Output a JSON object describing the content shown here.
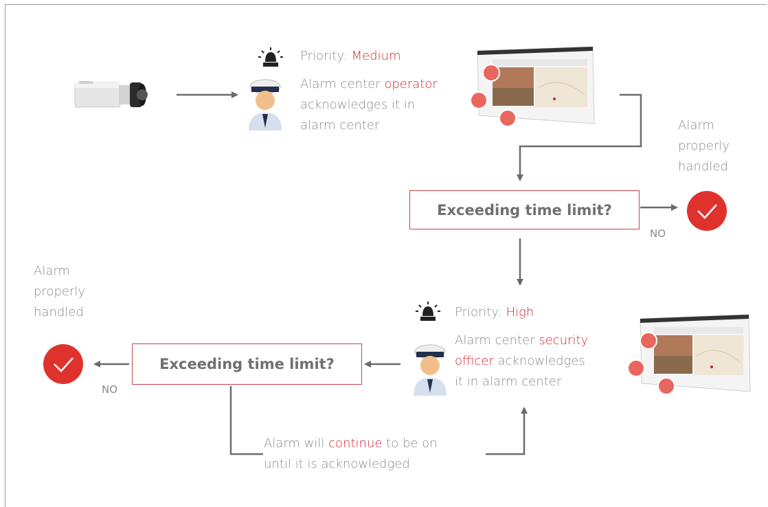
{
  "flow": {
    "step1": {
      "priority_label": "Priority:",
      "priority_value": "Medium",
      "desc_pre": "Alarm center",
      "desc_role": "operator",
      "desc_line2": "acknowledges it in",
      "desc_line3": "alarm center"
    },
    "step2": {
      "priority_label": "Priority:",
      "priority_value": "High",
      "desc_pre": "Alarm center",
      "desc_role_1": "security",
      "desc_role_2": "officer",
      "desc_line2_post": "acknowledges",
      "desc_line3": "it in alarm center"
    },
    "decision_1": "Exceeding time limit?",
    "decision_2": "Exceeding time limit?",
    "no_label_1": "NO",
    "no_label_2": "NO",
    "result_1": [
      "Alarm",
      "properly",
      "handled"
    ],
    "result_2": [
      "Alarm",
      "properly",
      "handled"
    ],
    "loop_note": {
      "pre": "Alarm will",
      "highlight": "continue",
      "post": "to be on",
      "line2": "until it is acknowledged"
    }
  },
  "icons": [
    "camera-icon",
    "alarm-siren-icon",
    "security-guard-icon",
    "alarm-center-screen-icon",
    "check-icon"
  ],
  "colors": {
    "accent": "#d2232a",
    "text": "#8a8a8a",
    "arrow": "#6b6b6b",
    "box_border": "#c9424a",
    "check_fill": "#e0322d"
  }
}
